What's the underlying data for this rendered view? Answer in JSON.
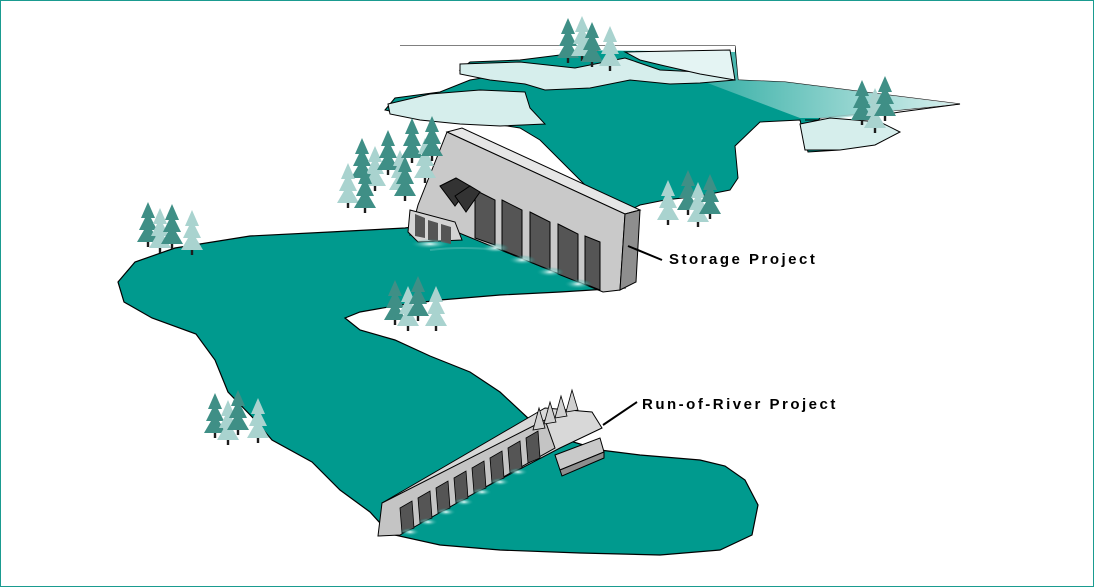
{
  "labels": {
    "storage": "Storage Project",
    "run_of_river": "Run-of-River Project"
  },
  "colors": {
    "water": "#009a8e",
    "water_light": "#b6dfdc",
    "dam_face": "#c9c9c9",
    "dam_side": "#8e8e8e",
    "tree_dark": "#3f8f86",
    "tree_light": "#a9d3cf",
    "frame": "#1a9b90"
  },
  "icons": [
    "pine-tree-icon",
    "dam-icon",
    "leader-line"
  ]
}
